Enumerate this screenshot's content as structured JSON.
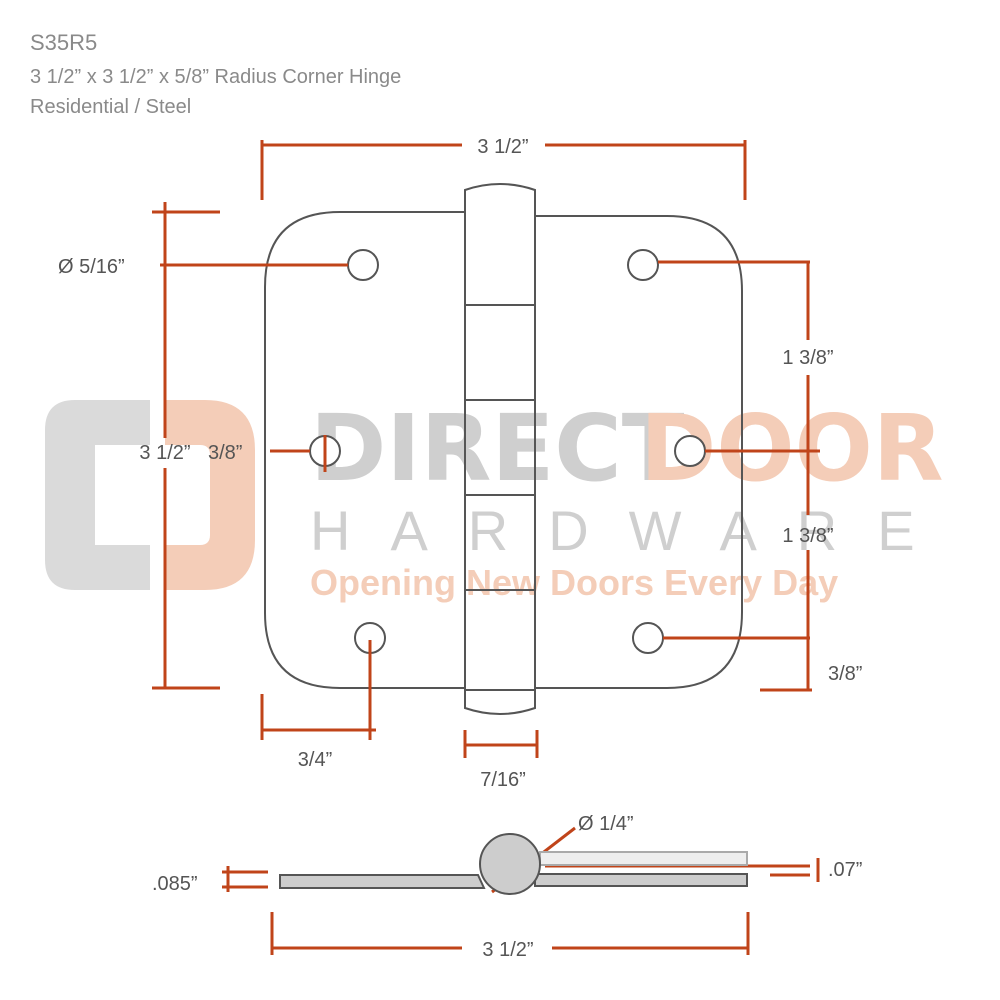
{
  "header": {
    "model": "S35R5",
    "description": "3 1/2” x 3 1/2” x 5/8” Radius Corner Hinge",
    "type": "Residential / Steel"
  },
  "watermark": {
    "word1": "DIRECT",
    "word2": "DOOR",
    "line2": "HARDWARE",
    "tagline": "Opening New Doors Every Day"
  },
  "dimensions": {
    "top_width": "3 1/2”",
    "hole_diameter": "Ø 5/16”",
    "height": "3 1/2”",
    "hole_edge_offset": "3/8”",
    "upper_spacing": "1 3/8”",
    "lower_spacing": "1 3/8”",
    "bottom_offset": "3/8”",
    "hole_side_offset": "3/4”",
    "knuckle_width": "7/16”",
    "pin_diameter": "Ø 1/4”",
    "leaf_thickness": ".085”",
    "gap": ".07”",
    "side_width": "3 1/2”"
  },
  "colors": {
    "dimension_line": "#c0441a",
    "hinge_fill": "#cdcdcd",
    "hinge_stroke": "#555555",
    "watermark_gray": "#cfcfcf",
    "watermark_orange": "#f4cdb8"
  }
}
